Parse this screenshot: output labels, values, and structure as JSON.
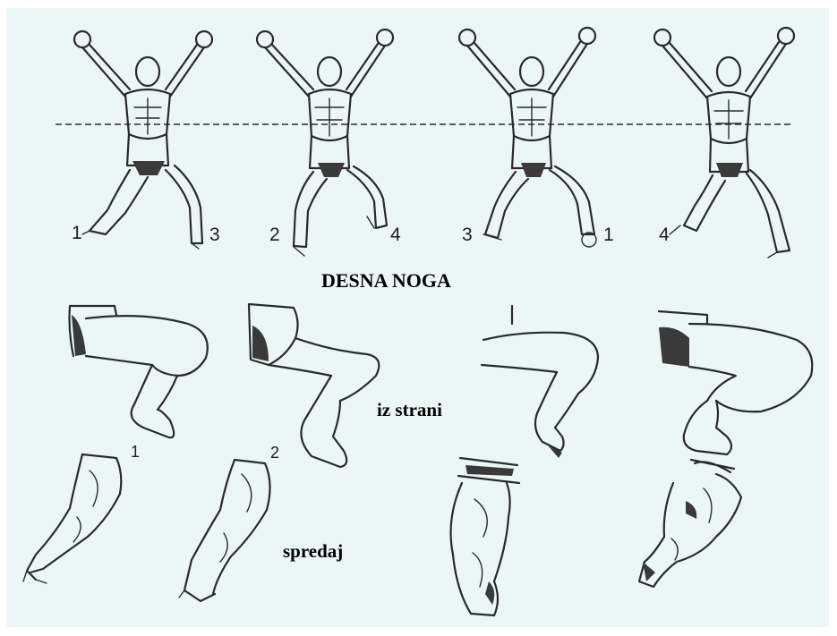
{
  "title": "DESNA NOGA",
  "labels": {
    "side": "iz strani",
    "front": "spredaj"
  },
  "figures": [
    {
      "left": "1",
      "right": "3"
    },
    {
      "left": "2",
      "right": "4"
    },
    {
      "left": "3",
      "right": "1"
    },
    {
      "left": "4",
      "right": ""
    }
  ],
  "step_numbers": {
    "side_1": "1",
    "side_2": "2"
  },
  "colors": {
    "background": "#ebf7f6",
    "ink": "#2a2a2a"
  }
}
